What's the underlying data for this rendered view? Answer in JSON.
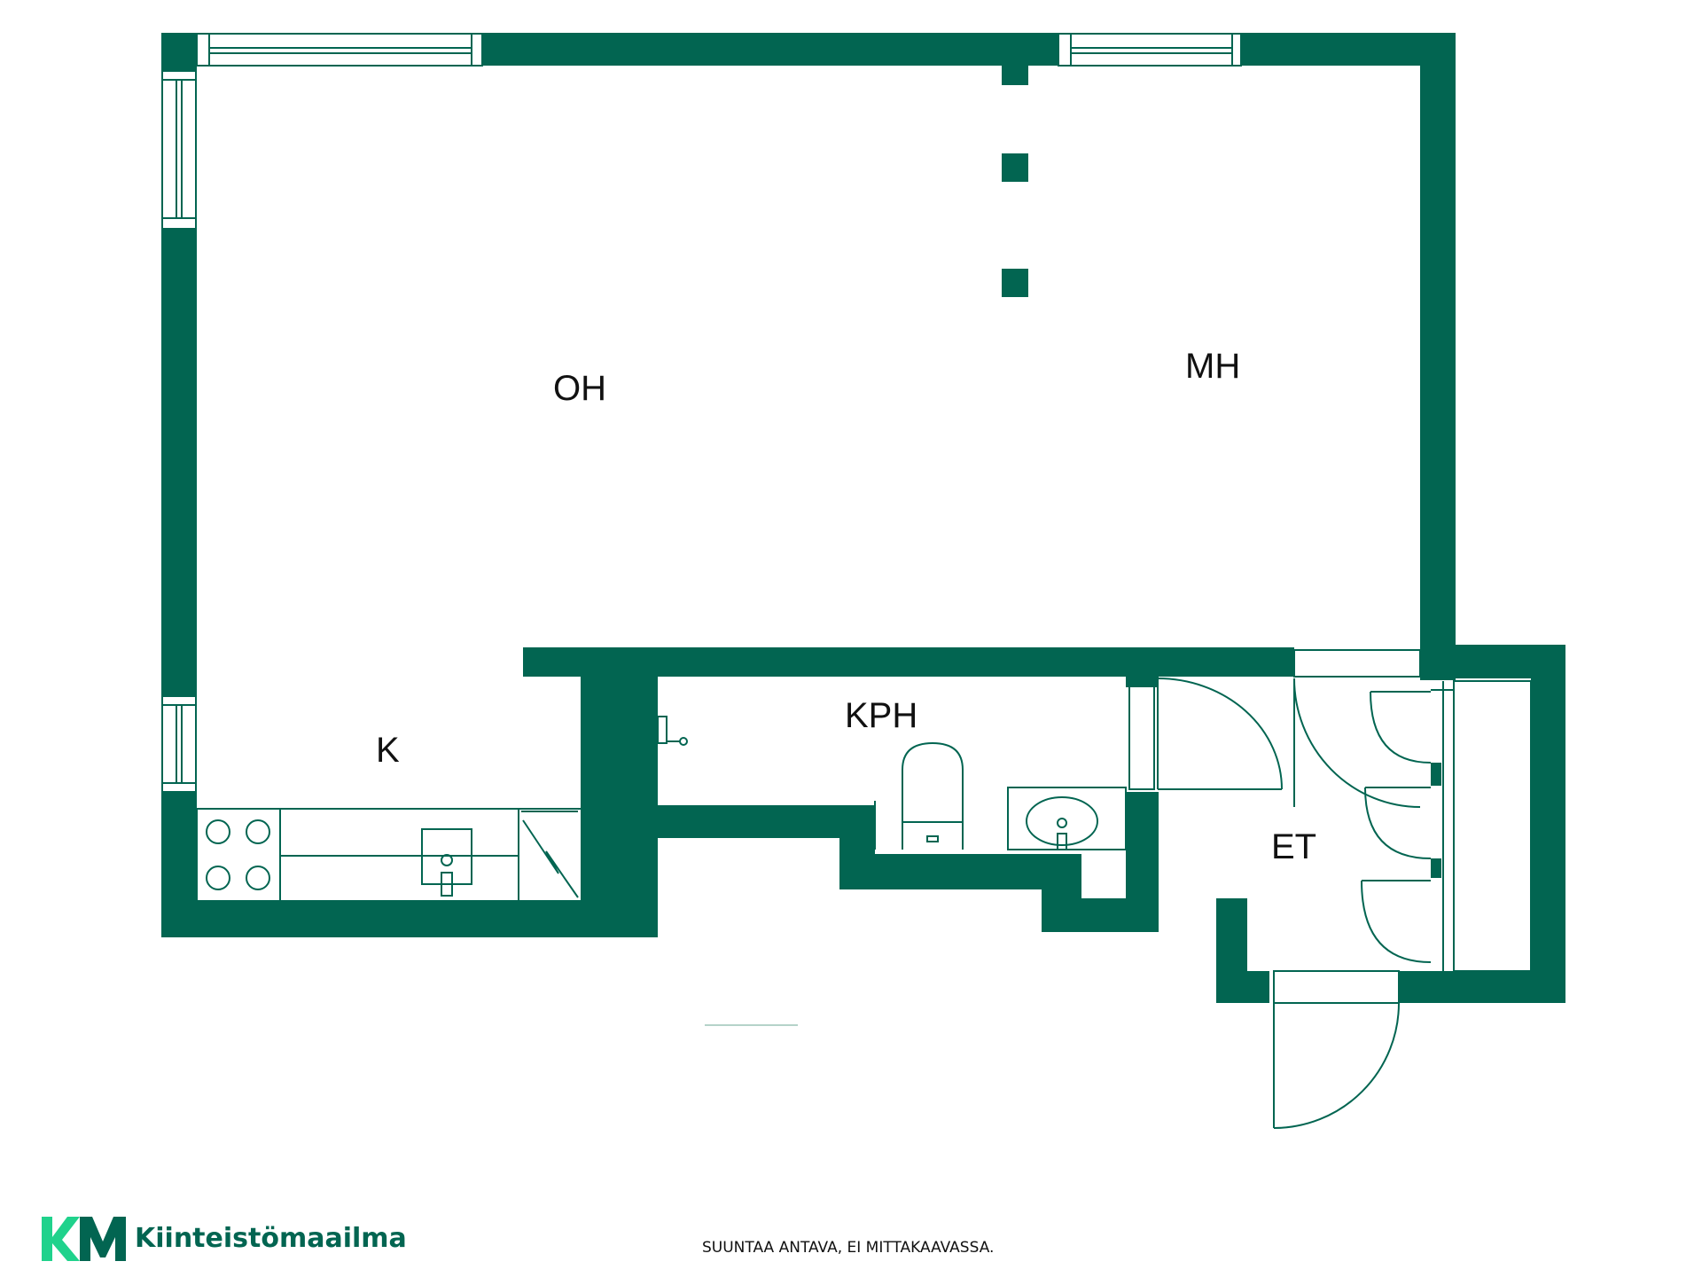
{
  "colors": {
    "wall": "#026551",
    "brand_dark": "#026551",
    "brand_light": "#20d28c",
    "label": "#111111"
  },
  "rooms": {
    "oh": "OH",
    "mh": "MH",
    "k": "K",
    "kph": "KPH",
    "et": "ET"
  },
  "brand": {
    "logo_text": "KM",
    "name": "Kiinteistömaailma"
  },
  "disclaimer": "SUUNTAA ANTAVA, EI MITTAKAAVASSA."
}
